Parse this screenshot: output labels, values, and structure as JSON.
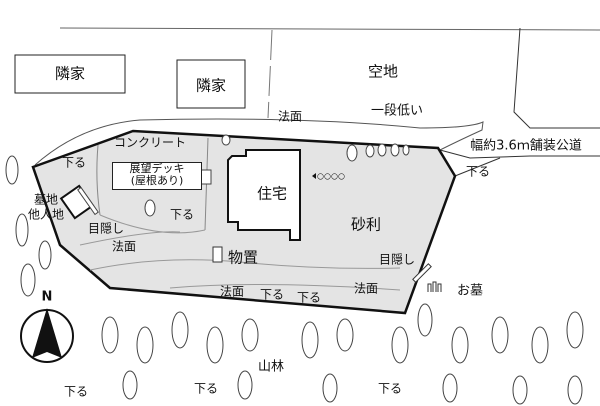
{
  "labels": {
    "neighbor_house_1": "隣家",
    "neighbor_house_2": "隣家",
    "vacant_lot": "空地",
    "slope_top": "法面",
    "lower_level": "一段低い",
    "public_road": "幅約3.6ｍ舗装公道",
    "down_road": "下る",
    "concrete": "コンクリート",
    "down_nw": "下る",
    "deck_line1": "展望デッキ",
    "deck_line2": "(屋根あり)",
    "house": "住宅",
    "circles": "○○○○",
    "cemetery_line1": "墓地",
    "cemetery_line2": "他人地",
    "down_mid": "下る",
    "gravel": "砂利",
    "screen_left": "目隠し",
    "slope_left": "法面",
    "shed": "物置",
    "screen_right": "目隠し",
    "slope_bottom_1": "法面",
    "down_bottom_1": "下る",
    "down_bottom_2": "下る",
    "slope_bottom_2": "法面",
    "grave": "お墓",
    "north": "N",
    "forest": "山林",
    "down_forest_1": "下る",
    "down_forest_2": "下る",
    "down_forest_3": "下る"
  },
  "colors": {
    "site_fill": "#e4e4e4",
    "outline": "#111111"
  }
}
